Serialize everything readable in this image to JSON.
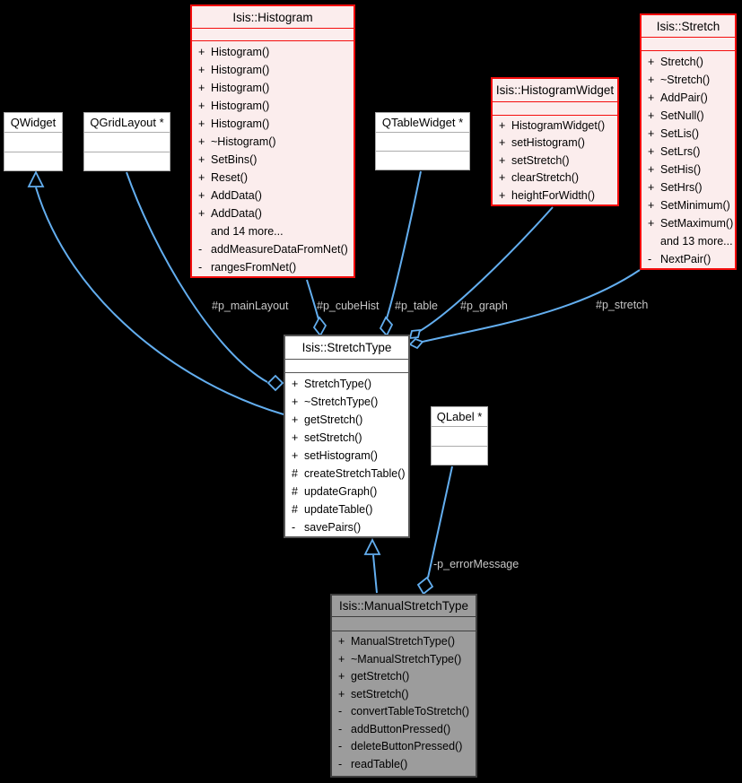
{
  "diagram": {
    "background_color": "#000000",
    "edge_color": "#63AEEF",
    "edge_label_color": "#C6C6C6",
    "class_fill_qt": "#FFFFFF",
    "class_fill_truncated": "#FBEDED",
    "class_border_truncated": "#F40D0D",
    "class_fill_focus": "#9C9C9C",
    "classes": {
      "qwidget": {
        "title": "QWidget",
        "fields": [],
        "methods": []
      },
      "qgridlayout": {
        "title": "QGridLayout *",
        "fields": [],
        "methods": []
      },
      "qtablewidget": {
        "title": "QTableWidget *",
        "fields": [],
        "methods": []
      },
      "qlabel": {
        "title": "QLabel *",
        "fields": [],
        "methods": []
      },
      "histogram": {
        "title": "Isis::Histogram",
        "fields": [],
        "methods": [
          {
            "m": "+",
            "t": "Histogram()"
          },
          {
            "m": "+",
            "t": "Histogram()"
          },
          {
            "m": "+",
            "t": "Histogram()"
          },
          {
            "m": "+",
            "t": "Histogram()"
          },
          {
            "m": "+",
            "t": "Histogram()"
          },
          {
            "m": "+",
            "t": "~Histogram()"
          },
          {
            "m": "+",
            "t": "SetBins()"
          },
          {
            "m": "+",
            "t": "Reset()"
          },
          {
            "m": "+",
            "t": "AddData()"
          },
          {
            "m": "+",
            "t": "AddData()"
          },
          {
            "m": "",
            "t": "and 14 more..."
          },
          {
            "m": "-",
            "t": "addMeasureDataFromNet()"
          },
          {
            "m": "-",
            "t": "rangesFromNet()"
          }
        ]
      },
      "histogram_widget": {
        "title": "Isis::HistogramWidget",
        "fields": [],
        "methods": [
          {
            "m": "+",
            "t": "HistogramWidget()"
          },
          {
            "m": "+",
            "t": "setHistogram()"
          },
          {
            "m": "+",
            "t": "setStretch()"
          },
          {
            "m": "+",
            "t": "clearStretch()"
          },
          {
            "m": "+",
            "t": "heightForWidth()"
          }
        ]
      },
      "stretch": {
        "title": "Isis::Stretch",
        "fields": [],
        "methods": [
          {
            "m": "+",
            "t": "Stretch()"
          },
          {
            "m": "+",
            "t": "~Stretch()"
          },
          {
            "m": "+",
            "t": "AddPair()"
          },
          {
            "m": "+",
            "t": "SetNull()"
          },
          {
            "m": "+",
            "t": "SetLis()"
          },
          {
            "m": "+",
            "t": "SetLrs()"
          },
          {
            "m": "+",
            "t": "SetHis()"
          },
          {
            "m": "+",
            "t": "SetHrs()"
          },
          {
            "m": "+",
            "t": "SetMinimum()"
          },
          {
            "m": "+",
            "t": "SetMaximum()"
          },
          {
            "m": "",
            "t": "and 13 more..."
          },
          {
            "m": "-",
            "t": "NextPair()"
          }
        ]
      },
      "stretch_type": {
        "title": "Isis::StretchType",
        "fields": [],
        "methods": [
          {
            "m": "+",
            "t": "StretchType()"
          },
          {
            "m": "+",
            "t": "~StretchType()"
          },
          {
            "m": "+",
            "t": "getStretch()"
          },
          {
            "m": "+",
            "t": "setStretch()"
          },
          {
            "m": "+",
            "t": "setHistogram()"
          },
          {
            "m": "#",
            "t": "createStretchTable()"
          },
          {
            "m": "#",
            "t": "updateGraph()"
          },
          {
            "m": "#",
            "t": "updateTable()"
          },
          {
            "m": "-",
            "t": "savePairs()"
          }
        ]
      },
      "manual_stretch_type": {
        "title": "Isis::ManualStretchType",
        "fields": [],
        "methods": [
          {
            "m": "+",
            "t": "ManualStretchType()"
          },
          {
            "m": "+",
            "t": "~ManualStretchType()"
          },
          {
            "m": "+",
            "t": "getStretch()"
          },
          {
            "m": "+",
            "t": "setStretch()"
          },
          {
            "m": "-",
            "t": "convertTableToStretch()"
          },
          {
            "m": "-",
            "t": "addButtonPressed()"
          },
          {
            "m": "-",
            "t": "deleteButtonPressed()"
          },
          {
            "m": "-",
            "t": "readTable()"
          }
        ]
      }
    },
    "edges": {
      "qwidget_base": {
        "type": "inheritance",
        "from": "Isis::StretchType",
        "to": "QWidget",
        "label": ""
      },
      "stretch_type_base": {
        "type": "inheritance",
        "from": "Isis::ManualStretchType",
        "to": "Isis::StretchType",
        "label": ""
      },
      "main_layout": {
        "type": "aggregation",
        "from": "QGridLayout *",
        "to": "Isis::StretchType",
        "label": "#p_mainLayout"
      },
      "cube_hist": {
        "type": "aggregation",
        "from": "Isis::Histogram",
        "to": "Isis::StretchType",
        "label": "#p_cubeHist"
      },
      "table": {
        "type": "aggregation",
        "from": "QTableWidget *",
        "to": "Isis::StretchType",
        "label": "#p_table"
      },
      "graph": {
        "type": "aggregation",
        "from": "Isis::HistogramWidget",
        "to": "Isis::StretchType",
        "label": "#p_graph"
      },
      "stretch": {
        "type": "aggregation",
        "from": "Isis::Stretch",
        "to": "Isis::StretchType",
        "label": "#p_stretch"
      },
      "error_message": {
        "type": "aggregation",
        "from": "QLabel *",
        "to": "Isis::ManualStretchType",
        "label": "-p_errorMessage"
      }
    }
  }
}
